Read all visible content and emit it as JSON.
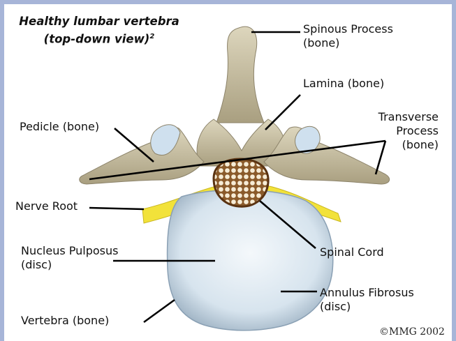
{
  "title": {
    "line1": "Healthy lumbar vertebra",
    "line2": "(top-down view)",
    "footnote": "2"
  },
  "labels": {
    "spinous_process_1": "Spinous Process",
    "spinous_process_2": "(bone)",
    "lamina": "Lamina (bone)",
    "pedicle": "Pedicle (bone)",
    "transverse_1": "Transverse",
    "transverse_2": "Process",
    "transverse_3": "(bone)",
    "nerve_root": "Nerve Root",
    "nucleus_1": "Nucleus Pulposus",
    "nucleus_2": "(disc)",
    "spinal_cord": "Spinal Cord",
    "annulus_1": "Annulus Fibrosus",
    "annulus_2": "(disc)",
    "vertebra": "Vertebra (bone)"
  },
  "copyright": "©MMG 2002",
  "colors": {
    "frame": "#a7b5d8",
    "bone": "#c8c0a4",
    "disc": "#dde8f0",
    "nerve": "#f2e23a",
    "cord": "#7a4a1e"
  }
}
